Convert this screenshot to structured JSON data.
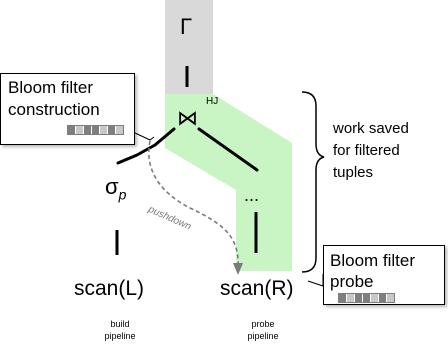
{
  "operators": {
    "top_symbol": "Γ",
    "join_symbol": "⋈",
    "join_label": "HJ",
    "selection_symbol": "σ",
    "selection_sub": "p",
    "dots": "...",
    "scan_left": "scan(L)",
    "scan_right": "scan(R)"
  },
  "callouts": {
    "construction": {
      "line1": "Bloom filter",
      "line2": "construction"
    },
    "probe": {
      "line1": "Bloom filter",
      "line2": "probe"
    }
  },
  "labels": {
    "pushdown": "pushdown",
    "build_line1": "build",
    "build_line2": "pipeline",
    "probe_line1": "probe",
    "probe_line2": "pipeline",
    "saved_line1": "work saved",
    "saved_line2": "for filtered",
    "saved_line3": "tuples"
  },
  "colors": {
    "green_region": "#c9f4c3",
    "gray_region": "#d9d9d9",
    "pushdown_arrow": "#7a7a7a",
    "bitvector_dark": "#7f7f7f",
    "bitvector_light": "#c8c8c8"
  }
}
